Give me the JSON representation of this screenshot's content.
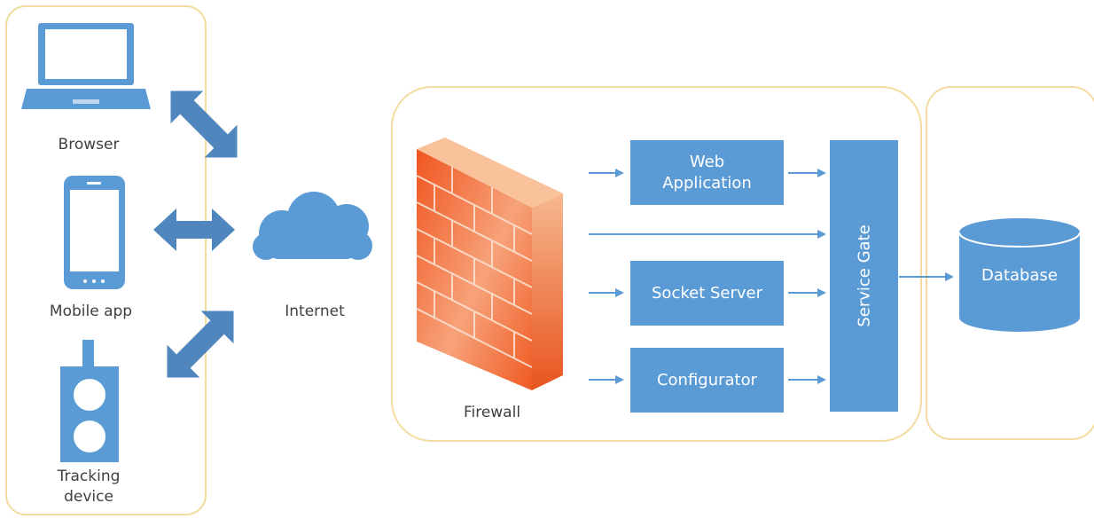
{
  "clients": {
    "browser_label": "Browser",
    "mobile_label": "Mobile app",
    "tracker_label_line1": "Tracking",
    "tracker_label_line2": "device"
  },
  "internet_label": "Internet",
  "firewall_label": "Firewall",
  "services": {
    "web_app_line1": "Web",
    "web_app_line2": "Application",
    "socket_server": "Socket Server",
    "configurator": "Configurator",
    "service_gate": "Service Gate"
  },
  "database_label": "Database",
  "colors": {
    "group_border": "#f3dca0",
    "service_fill": "#5b9bd5",
    "arrow_fill": "#4f86bd",
    "firewall_orange": "#f26c2f"
  }
}
